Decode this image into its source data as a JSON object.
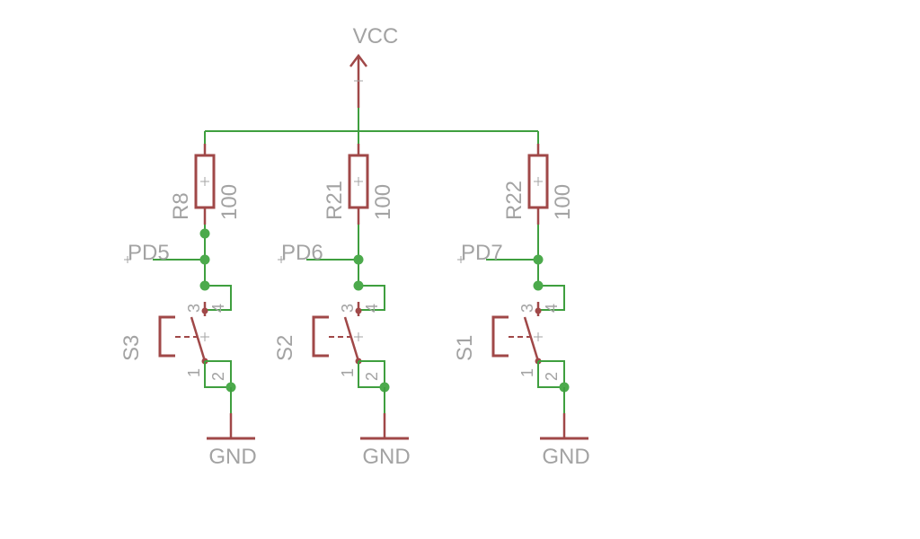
{
  "power": {
    "label": "VCC"
  },
  "colors": {
    "wire": "#3f9f3f",
    "part": "#a04848",
    "text": "#a3a3a3"
  },
  "columns": [
    {
      "resistor": "R8",
      "value": "100",
      "net": "PD5",
      "switch": "S3",
      "pins": [
        "3",
        "4",
        "1",
        "2"
      ],
      "ground": "GND"
    },
    {
      "resistor": "R21",
      "value": "100",
      "net": "PD6",
      "switch": "S2",
      "pins": [
        "3",
        "4",
        "1",
        "2"
      ],
      "ground": "GND"
    },
    {
      "resistor": "R22",
      "value": "100",
      "net": "PD7",
      "switch": "S1",
      "pins": [
        "3",
        "4",
        "1",
        "2"
      ],
      "ground": "GND"
    }
  ]
}
